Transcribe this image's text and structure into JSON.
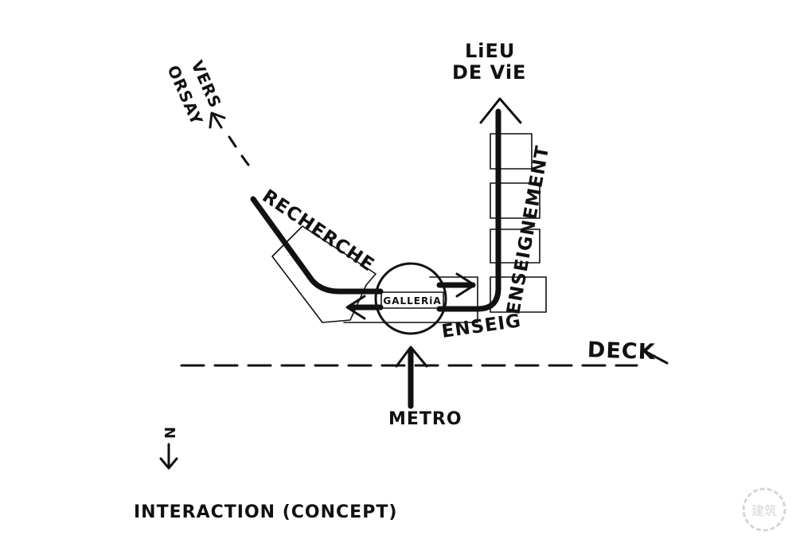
{
  "labels": {
    "lieu": "LiEU",
    "de_vie": "DE ViE",
    "vers": "VERS",
    "orsay": "ORSAY",
    "recherche": "RECHERCHE",
    "galleria": "GALLERiA",
    "enseignement": "ENSEIGNEMENT",
    "deck": "DECK",
    "metro": "METRO",
    "north": "N",
    "title": "INTERACTION (CONCEPT)",
    "watermark": "建筑"
  },
  "colors": {
    "ink": "#111111",
    "paper": "#ffffff",
    "watermark": "#b5b5b5"
  }
}
